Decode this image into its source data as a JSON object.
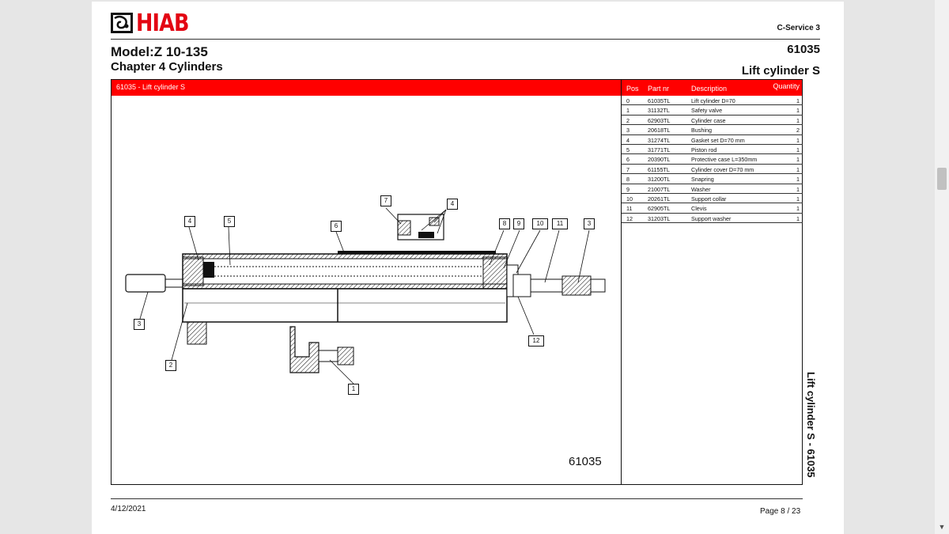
{
  "header": {
    "brand": "HIAB",
    "service": "C-Service 3",
    "model": "Model:Z 10-135",
    "chapter": "Chapter   4 Cylinders",
    "doc_number": "61035",
    "doc_title": "Lift cylinder S"
  },
  "frame": {
    "title": "61035 - Lift cylinder S",
    "drawing_number": "61035"
  },
  "table": {
    "headers": {
      "pos": "Pos",
      "part": "Part nr",
      "desc": "Description",
      "qty": "Quantity"
    },
    "rows": [
      {
        "pos": "0",
        "part": "61035TL",
        "desc": "Lift cylinder D=70",
        "qty": "1"
      },
      {
        "pos": "1",
        "part": "31132TL",
        "desc": "Safety valve",
        "qty": "1"
      },
      {
        "pos": "2",
        "part": "62903TL",
        "desc": "Cylinder case",
        "qty": "1"
      },
      {
        "pos": "3",
        "part": "20618TL",
        "desc": "Bushing",
        "qty": "2"
      },
      {
        "pos": "4",
        "part": "31274TL",
        "desc": "Gasket set D=70 mm",
        "qty": "1"
      },
      {
        "pos": "5",
        "part": "31771TL",
        "desc": "Piston rod",
        "qty": "1"
      },
      {
        "pos": "6",
        "part": "20390TL",
        "desc": "Protective case L=350mm",
        "qty": "1"
      },
      {
        "pos": "7",
        "part": "61155TL",
        "desc": "Cylinder cover D=70 mm",
        "qty": "1"
      },
      {
        "pos": "8",
        "part": "31200TL",
        "desc": "Snapring",
        "qty": "1"
      },
      {
        "pos": "9",
        "part": "21007TL",
        "desc": "Washer",
        "qty": "1"
      },
      {
        "pos": "10",
        "part": "20261TL",
        "desc": "Support collar",
        "qty": "1"
      },
      {
        "pos": "11",
        "part": "62905TL",
        "desc": "Clevis",
        "qty": "1"
      },
      {
        "pos": "12",
        "part": "31203TL",
        "desc": "Support washer",
        "qty": "1"
      }
    ]
  },
  "callouts": {
    "c7": "7",
    "c4a": "4",
    "c4b": "4",
    "c5": "5",
    "c6": "6",
    "c8": "8",
    "c9": "9",
    "c10": "10",
    "c11": "11",
    "c3a": "3",
    "c3b": "3",
    "c2": "2",
    "c12": "12",
    "c1": "1"
  },
  "side_title": "Lift cylinder S - 61035",
  "footer": {
    "date": "4/12/2021",
    "page": "Page 8 / 23"
  },
  "colors": {
    "accent_red": "#ff0000",
    "logo_red": "#e30613"
  },
  "icons": {
    "scroll_down": "▼"
  }
}
